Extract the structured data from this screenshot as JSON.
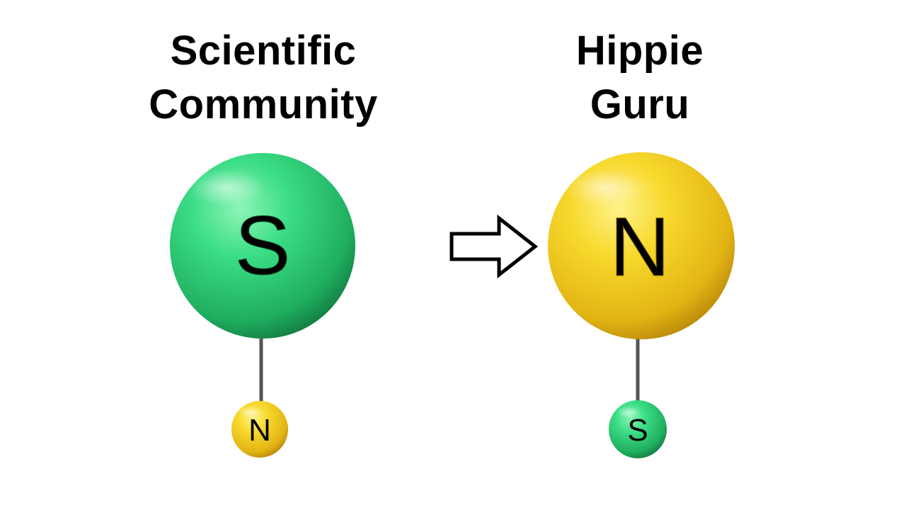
{
  "left": {
    "title_line1": "Scientific",
    "title_line2": "Community",
    "big_letter": "S",
    "small_letter": "N",
    "big_color": "#2fd27a",
    "small_color": "#f2cc1a"
  },
  "right": {
    "title_line1": "Hippie",
    "title_line2": "Guru",
    "big_letter": "N",
    "small_letter": "S",
    "big_color": "#f2cc1a",
    "small_color": "#2fd27a"
  },
  "arrow": {
    "icon": "right-arrow-outline-icon",
    "color": "#000000"
  },
  "connector_color": "#555555"
}
